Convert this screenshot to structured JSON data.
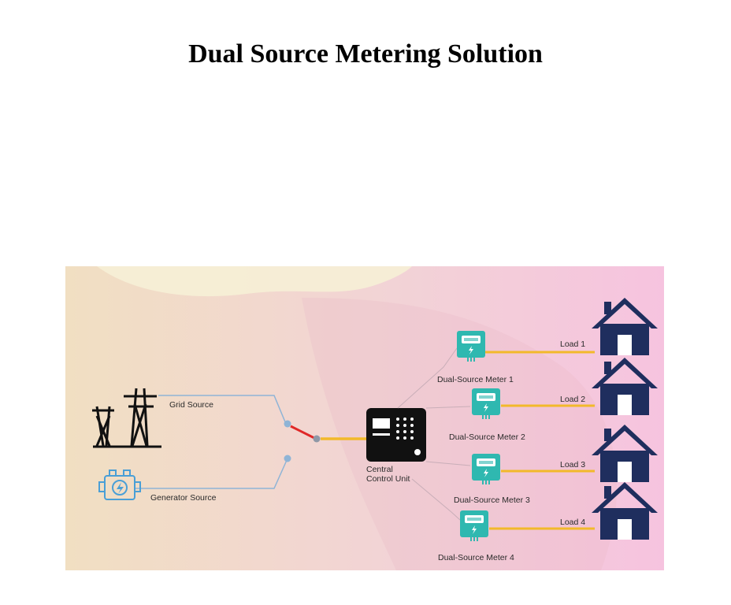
{
  "title": "Dual Source Metering Solution",
  "diagram": {
    "sources": {
      "grid": "Grid Source",
      "generator": "Generator Source"
    },
    "central_unit": {
      "line1": "Central",
      "line2": "Control Unit"
    },
    "meters": [
      "Dual-Source Meter 1",
      "Dual-Source Meter 2",
      "Dual-Source Meter 3",
      "Dual-Source Meter 4"
    ],
    "loads": [
      "Load 1",
      "Load 2",
      "Load 3",
      "Load 4"
    ],
    "colors": {
      "meter": "#2fb8b0",
      "house": "#1f2e5e",
      "power_line": "#f2b92a",
      "switch_blade": "#e02828",
      "circuit_line": "#8fb4d6"
    }
  }
}
